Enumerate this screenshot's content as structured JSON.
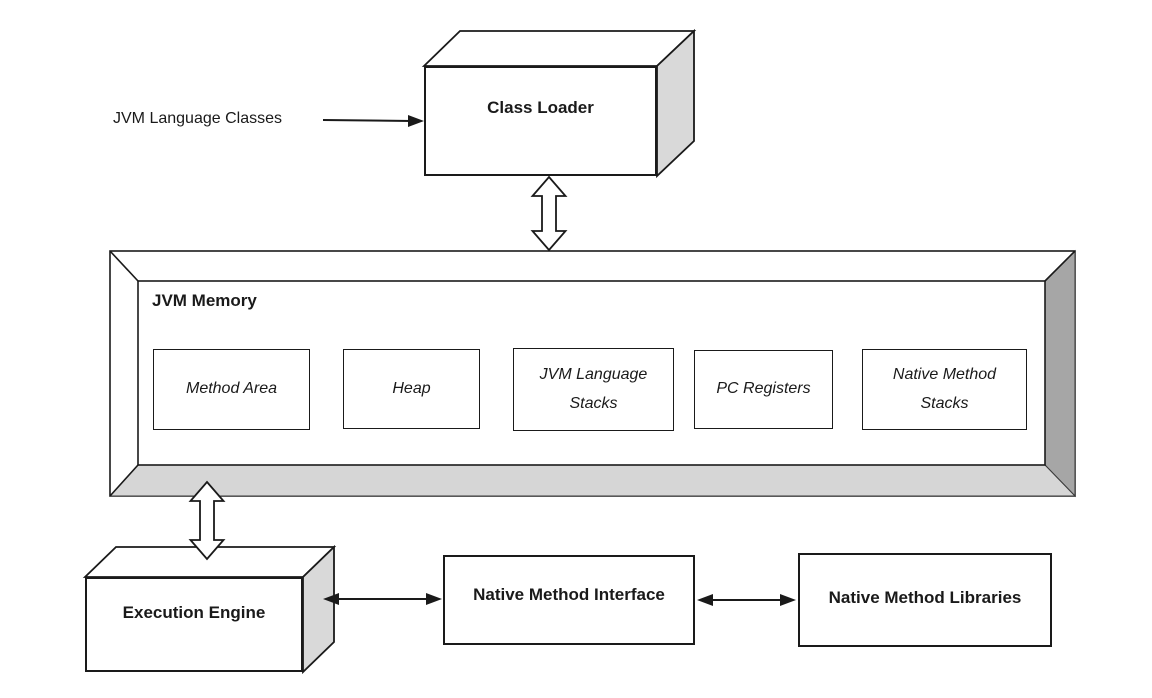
{
  "diagram": {
    "source_label": "JVM Language Classes",
    "nodes": {
      "class_loader": {
        "label": "Class Loader"
      },
      "jvm_memory": {
        "label": "JVM Memory",
        "components": [
          {
            "label": "Method Area"
          },
          {
            "label": "Heap"
          },
          {
            "label": [
              "JVM Language",
              "Stacks"
            ]
          },
          {
            "label": "PC Registers"
          },
          {
            "label": [
              "Native Method",
              "Stacks"
            ]
          }
        ]
      },
      "execution_engine": {
        "label": "Execution Engine"
      },
      "native_method_interface": {
        "label": "Native Method Interface"
      },
      "native_method_libraries": {
        "label": "Native Method Libraries"
      }
    },
    "colors": {
      "background": "#ffffff",
      "line": "#1a1a1a",
      "text": "#1a1a1a",
      "box_side_face_light": "#d9d9d9",
      "memory_right_face": "#a6a6a6",
      "memory_bottom_face": "#d6d6d6"
    }
  }
}
